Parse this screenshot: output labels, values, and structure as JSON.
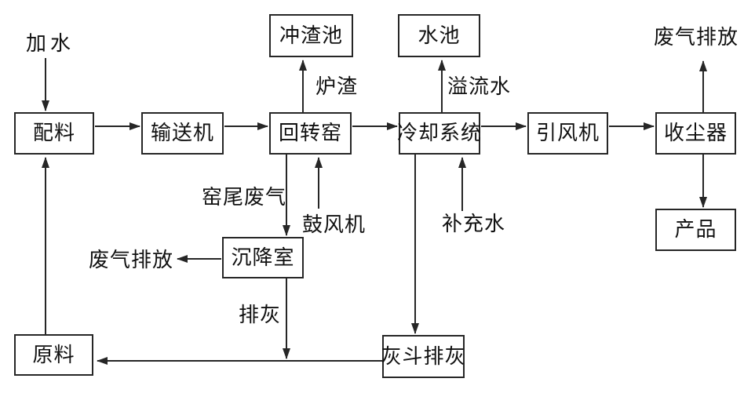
{
  "diagram": {
    "type": "process-flowchart",
    "language": "zh-CN",
    "colors": {
      "background": "#ffffff",
      "line": "#262626",
      "box_border": "#262626",
      "text": "#111111"
    },
    "boxes": {
      "batching": "配料",
      "conveyor": "输送机",
      "rotary_kiln": "回转窑",
      "cooling_system": "冷却系统",
      "induced_draft_fan": "引风机",
      "dust_collector": "收尘器",
      "slag_flushing_pool": "冲渣池",
      "water_pool": "水池",
      "product": "产品",
      "settling_chamber": "沉降室",
      "raw_material": "原料",
      "ash_hopper_discharge": "灰斗排灰"
    },
    "flow_labels": {
      "add_water": "加水",
      "furnace_slag": "炉渣",
      "overflow_water": "溢流水",
      "exhaust_emission_top": "废气排放",
      "kiln_tail_exhaust": "窑尾废气",
      "blower": "鼓风机",
      "makeup_water": "补充水",
      "exhaust_emission_left": "废气排放",
      "ash_discharge": "排灰"
    },
    "edges": [
      {
        "from": "加水",
        "to": "配料",
        "label": ""
      },
      {
        "from": "原料",
        "to": "配料",
        "label": ""
      },
      {
        "from": "配料",
        "to": "输送机",
        "label": ""
      },
      {
        "from": "输送机",
        "to": "回转窑",
        "label": ""
      },
      {
        "from": "回转窑",
        "to": "冲渣池",
        "label": "炉渣"
      },
      {
        "from": "回转窑",
        "to": "冷却系统",
        "label": ""
      },
      {
        "from": "鼓风机",
        "to": "回转窑",
        "label": ""
      },
      {
        "from": "回转窑",
        "to": "沉降室",
        "label": "窑尾废气"
      },
      {
        "from": "沉降室",
        "to": "废气排放",
        "label": ""
      },
      {
        "from": "沉降室",
        "to": "原料",
        "label": "排灰"
      },
      {
        "from": "冷却系统",
        "to": "水池",
        "label": "溢流水"
      },
      {
        "from": "补充水",
        "to": "冷却系统",
        "label": ""
      },
      {
        "from": "冷却系统",
        "to": "灰斗排灰",
        "label": ""
      },
      {
        "from": "灰斗排灰",
        "to": "原料",
        "label": ""
      },
      {
        "from": "冷却系统",
        "to": "引风机",
        "label": ""
      },
      {
        "from": "引风机",
        "to": "收尘器",
        "label": ""
      },
      {
        "from": "收尘器",
        "to": "废气排放",
        "label": ""
      },
      {
        "from": "收尘器",
        "to": "产品",
        "label": ""
      }
    ]
  }
}
